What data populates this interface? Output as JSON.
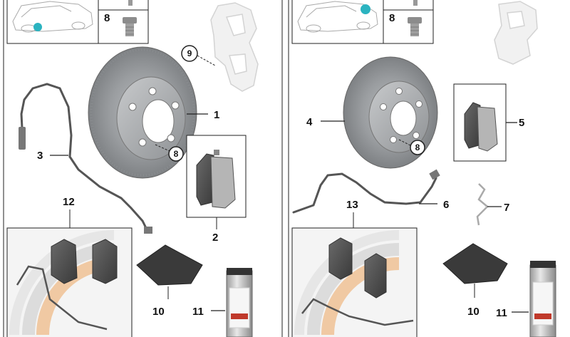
{
  "diagram": {
    "left_panel": {
      "callouts": {
        "disc": "1",
        "pads": "2",
        "sensor": "3",
        "screw_box": "8",
        "screw_circle": "8",
        "caliper": "9",
        "grease": "10",
        "spray": "11",
        "kit": "12"
      }
    },
    "right_panel": {
      "callouts": {
        "disc": "4",
        "pads": "5",
        "sensor": "6",
        "clip": "7",
        "screw_box": "8",
        "screw_circle": "8",
        "grease": "10",
        "spray": "11",
        "kit": "13"
      }
    }
  }
}
